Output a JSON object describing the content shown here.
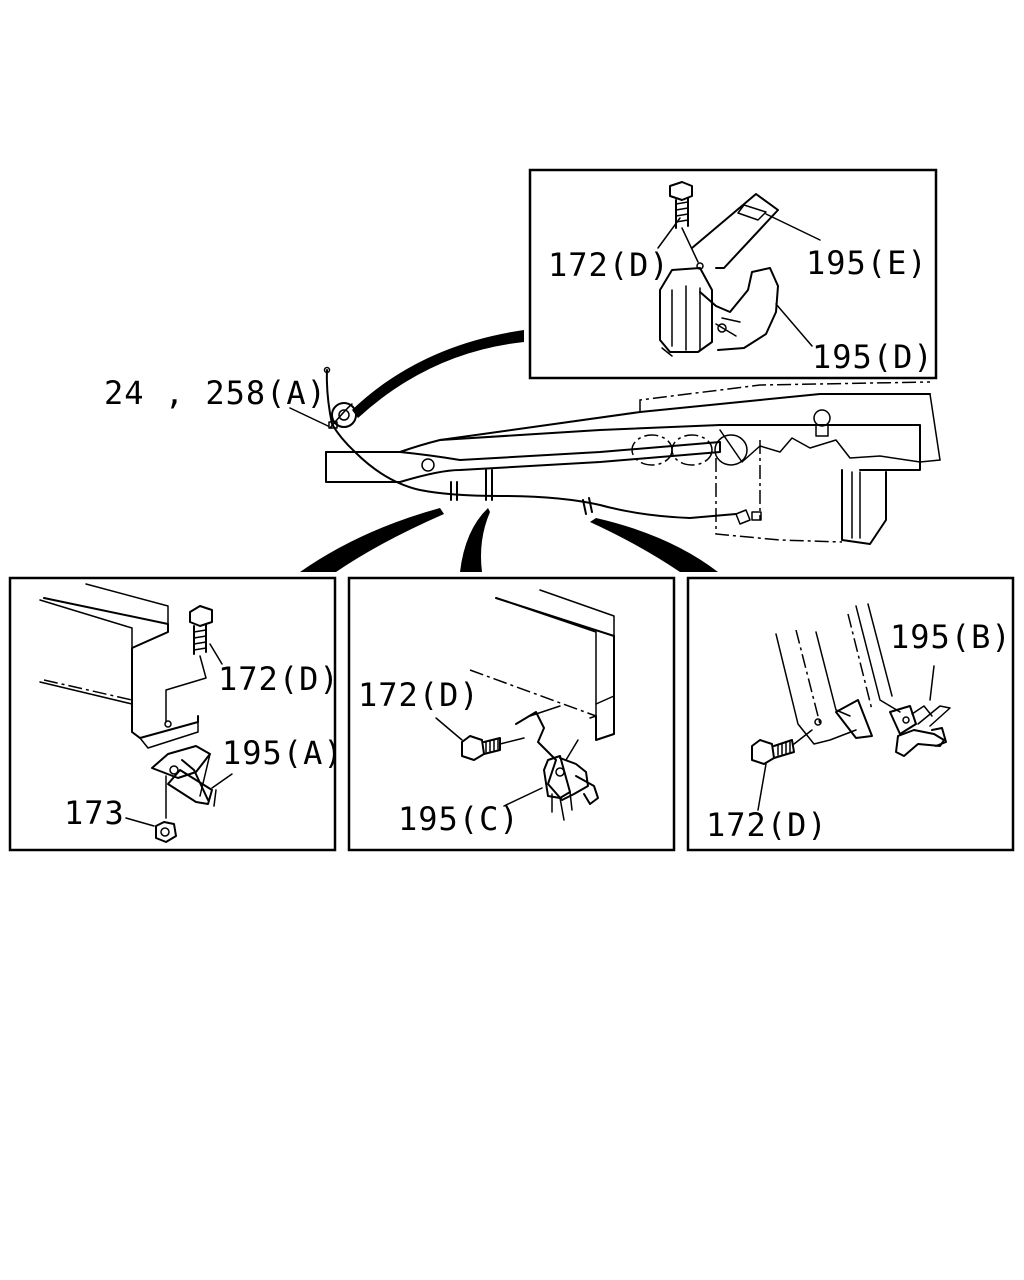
{
  "labels": {
    "main_harness": "24 , 258(A)",
    "top_bolt": "172(D)",
    "top_bracket": "195(E)",
    "top_clip": "195(D)",
    "left_bolt": "172(D)",
    "left_clip": "195(A)",
    "left_nut": "173",
    "mid_bolt": "172(D)",
    "mid_clip": "195(C)",
    "right_clip": "195(B)",
    "right_bolt": "172(D)"
  }
}
